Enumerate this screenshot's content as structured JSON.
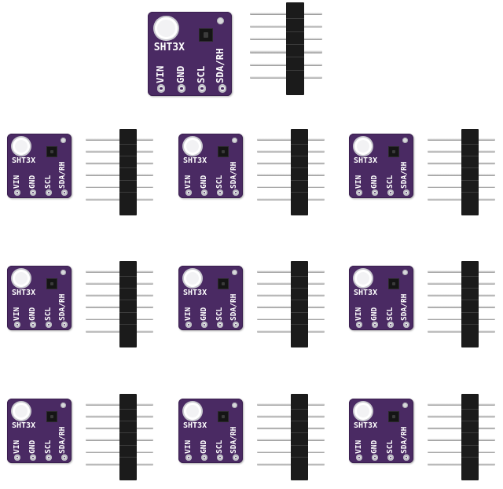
{
  "image": {
    "description_tags": [
      "sht3x-breakout-board",
      "pin-header"
    ],
    "board_color": "#4a2a63",
    "header_color": "#1b1b1b",
    "pin_color": "#c8c8c8",
    "board_labels": {
      "model": "SHT3X",
      "pins": [
        "VIN",
        "GND",
        "SCL",
        "SDA/RH"
      ]
    },
    "items": [
      {
        "row": 0,
        "col": 1,
        "featured": true
      },
      {
        "row": 1,
        "col": 0
      },
      {
        "row": 1,
        "col": 1
      },
      {
        "row": 1,
        "col": 2
      },
      {
        "row": 2,
        "col": 0
      },
      {
        "row": 2,
        "col": 1
      },
      {
        "row": 2,
        "col": 2
      },
      {
        "row": 3,
        "col": 0
      },
      {
        "row": 3,
        "col": 1
      },
      {
        "row": 3,
        "col": 2
      }
    ]
  }
}
